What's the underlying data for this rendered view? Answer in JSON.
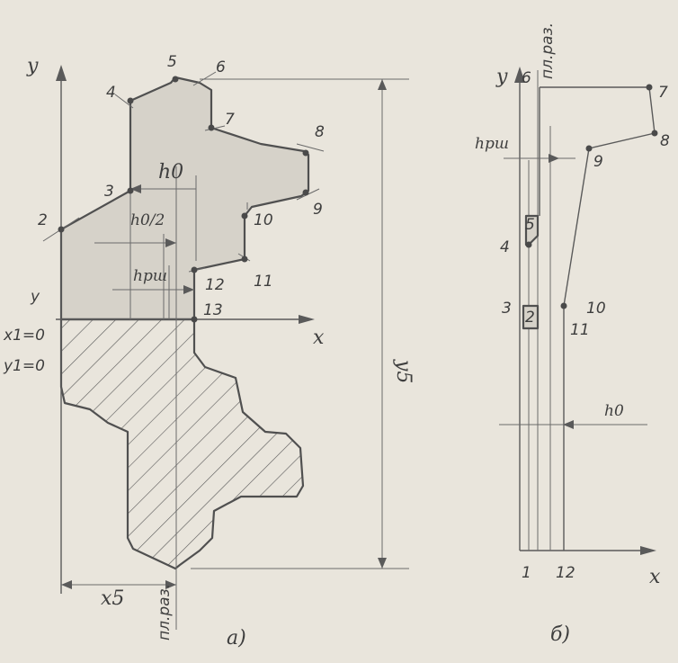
{
  "left_figure": {
    "axis_y": "y",
    "axis_x": "x",
    "origin_y_small": "y",
    "x1_eq": "x1=0",
    "y1_eq": "y1=0",
    "h0": "h0",
    "h0_half": "h0/2",
    "hpsh": "hрш",
    "y5": "y5",
    "x5": "x5",
    "pitch_plane": "пл.раз.",
    "caption": "а)",
    "point_labels": [
      "2",
      "3",
      "4",
      "5",
      "6",
      "7",
      "8",
      "9",
      "10",
      "11",
      "12",
      "13"
    ]
  },
  "right_figure": {
    "axis_y": "y",
    "axis_x": "x",
    "pitch_plane": "пл.раз.",
    "hpsh": "hрш",
    "h0": "h0",
    "caption": "б)",
    "point_labels": [
      "1",
      "3",
      "4",
      "5",
      "6",
      "7",
      "8",
      "9",
      "10",
      "11",
      "12",
      "2"
    ]
  },
  "colors": {
    "paper": "#e9e5dc",
    "pencil": "#505050",
    "fill": "#d6d2c9"
  }
}
